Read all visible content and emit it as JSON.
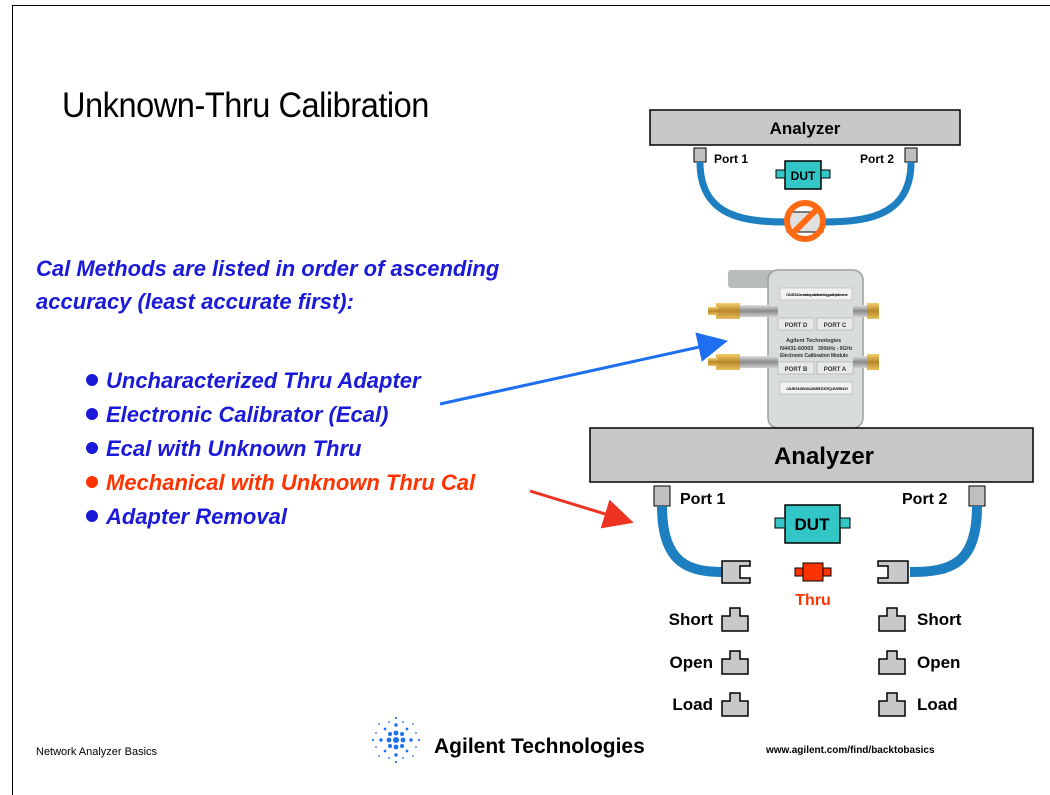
{
  "title": "Unknown-Thru Calibration",
  "intro": "Cal Methods are listed in order of ascending accuracy (least accurate first):",
  "methods": [
    {
      "label": "Uncharacterized Thru Adapter",
      "color": "#1a1ad8"
    },
    {
      "label": "Electronic Calibrator (Ecal)",
      "color": "#1a1ad8"
    },
    {
      "label": "Ecal with Unknown Thru",
      "color": "#1a1ad8"
    },
    {
      "label": "Mechanical with Unknown Thru Cal",
      "color": "#ff3300"
    },
    {
      "label": "Adapter Removal",
      "color": "#1a1ad8"
    }
  ],
  "top_setup": {
    "analyzer": "Analyzer",
    "port1": "Port 1",
    "port2": "Port 2",
    "dut": "DUT"
  },
  "ecal_module": {
    "brand": "Agilent Technologies",
    "model": "N4431-60003",
    "desc1": "300kHz - 9GHz",
    "desc2": "Electronic Calibration Module",
    "port_d": "PORT D",
    "port_c": "PORT C",
    "port_b": "PORT B",
    "port_a": "PORT A",
    "caution1": "CAUTION: Connector torque critical for achieving specified performance",
    "caution2": "CAUTION: USE WS 1-4S NEEDS TORQUE WRENCH"
  },
  "bottom_setup": {
    "analyzer": "Analyzer",
    "port1": "Port 1",
    "port2": "Port 2",
    "dut": "DUT",
    "thru": "Thru",
    "left_standards": [
      "Short",
      "Open",
      "Load"
    ],
    "right_standards": [
      "Short",
      "Open",
      "Load"
    ]
  },
  "footer": {
    "left": "Network Analyzer Basics",
    "brand": "Agilent Technologies",
    "url": "www.agilent.com/find/backtobasics"
  },
  "colors": {
    "blue_text": "#1a1ad8",
    "red_text": "#ff3300",
    "cable": "#1e7fc0",
    "dut": "#33c6c6",
    "thru": "#ff3300",
    "analyzer": "#c8c8c8"
  }
}
